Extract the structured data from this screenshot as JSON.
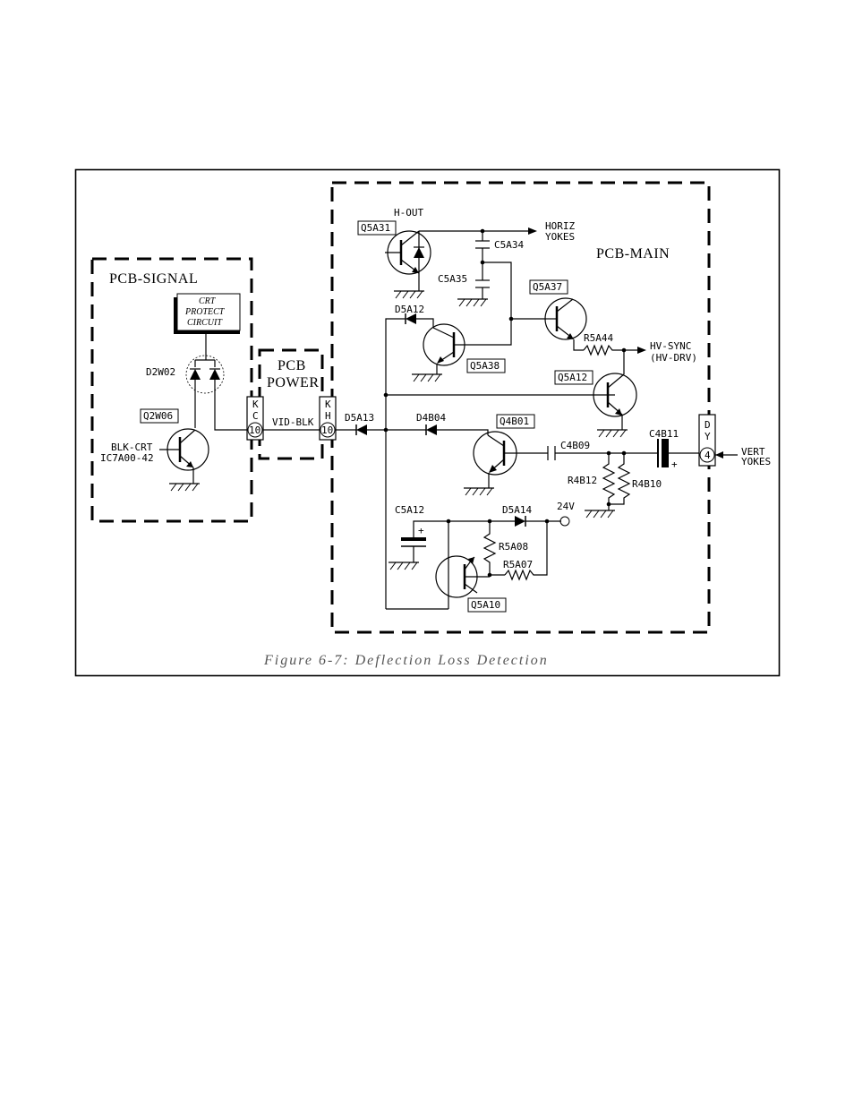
{
  "sections": {
    "pcb_signal": "PCB-SIGNAL",
    "pcb_power_1": "PCB",
    "pcb_power_2": "POWER",
    "pcb_main": "PCB-MAIN"
  },
  "crt_protect": [
    "CRT",
    "PROTECT",
    "CIRCUIT"
  ],
  "components": {
    "q5a31": "Q5A31",
    "h_out": "H-OUT",
    "horiz": "HORIZ",
    "yokes_h": "YOKES",
    "c5a34": "C5A34",
    "c5a35": "C5A35",
    "q5a37": "Q5A37",
    "d5a12": "D5A12",
    "r5a44": "R5A44",
    "hv_sync": "HV-SYNC",
    "hv_drv": "(HV-DRV)",
    "q5a38": "Q5A38",
    "q5a12": "Q5A12",
    "d2w02": "D2W02",
    "q2w06": "Q2W06",
    "blk_crt": "BLK-CRT",
    "ic7a00": "IC7A00-42",
    "vid_blk": "VID-BLK",
    "d5a13": "D5A13",
    "d4b04": "D4B04",
    "q4b01": "Q4B01",
    "c4b09": "C4B09",
    "c4b11": "C4B11",
    "r4b12": "R4B12",
    "r4b10": "R4B10",
    "vert": "VERT",
    "yokes_v": "YOKES",
    "c5a12": "C5A12",
    "d5a14": "D5A14",
    "v24": "24V",
    "r5a08": "R5A08",
    "r5a07": "R5A07",
    "q5a10": "Q5A10",
    "plus_c4b11": "+",
    "plus_c5a12": "+"
  },
  "connectors": {
    "kc": [
      "K",
      "C"
    ],
    "kc_pin": "10",
    "kh": [
      "K",
      "H"
    ],
    "kh_pin": "10",
    "dy": [
      "D",
      "Y"
    ],
    "dy_pin": "4"
  },
  "caption": "Figure 6-7:  Deflection  Loss  Detection"
}
